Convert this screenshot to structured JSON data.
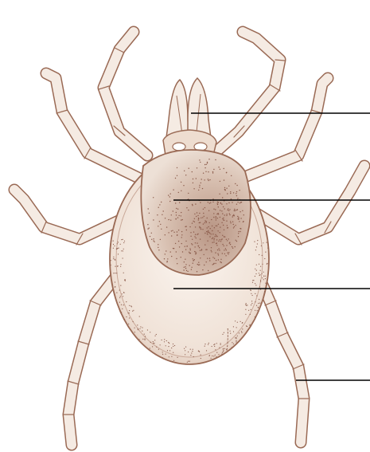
{
  "diagram": {
    "subject": "tick-dorsal-view",
    "colors": {
      "background": "#ffffff",
      "outline": "#9a6a55",
      "leg_fill": "#f5ebe3",
      "shield_fill": "#d9c2b4",
      "body_fill": "#f3e7de",
      "stipple": "#8a5a4a",
      "pointer_line": "#000000"
    },
    "label_lines": [
      {
        "id": "mouthparts-pointer",
        "target": "mouthparts",
        "text": ""
      },
      {
        "id": "scutum-pointer",
        "target": "scutum",
        "text": ""
      },
      {
        "id": "alloscutum-pointer",
        "target": "body",
        "text": ""
      },
      {
        "id": "leg-pointer",
        "target": "leg",
        "text": ""
      }
    ]
  }
}
